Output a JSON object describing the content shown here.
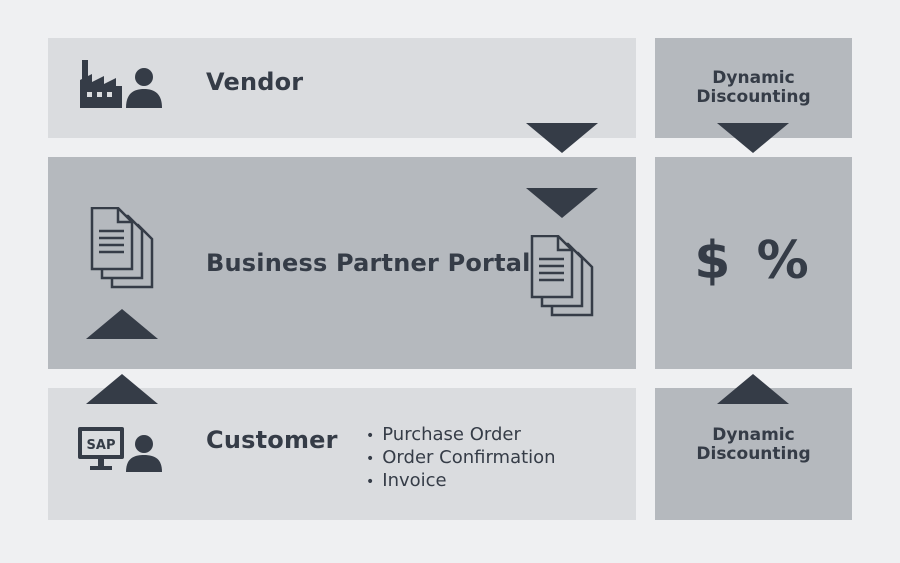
{
  "vendor": {
    "title": "Vendor",
    "icon": "factory-user-icon"
  },
  "portal": {
    "title": "Business Partner Portal",
    "icon": "documents-icon"
  },
  "customer": {
    "title": "Customer",
    "icon": "sap-monitor-user-icon",
    "sap_label": "SAP",
    "documents": [
      "Purchase Order",
      "Order Confirmation",
      "Invoice"
    ]
  },
  "discount_top": {
    "line1": "Dynamic",
    "line2": "Discounting"
  },
  "discount_middle": {
    "symbols": "$ %"
  },
  "discount_bottom": {
    "line1": "Dynamic",
    "line2": "Discounting"
  },
  "colors": {
    "background": "#eff0f2",
    "light_panel": "#dadcdf",
    "mid_panel": "#b5b9be",
    "ink": "#353c47"
  }
}
